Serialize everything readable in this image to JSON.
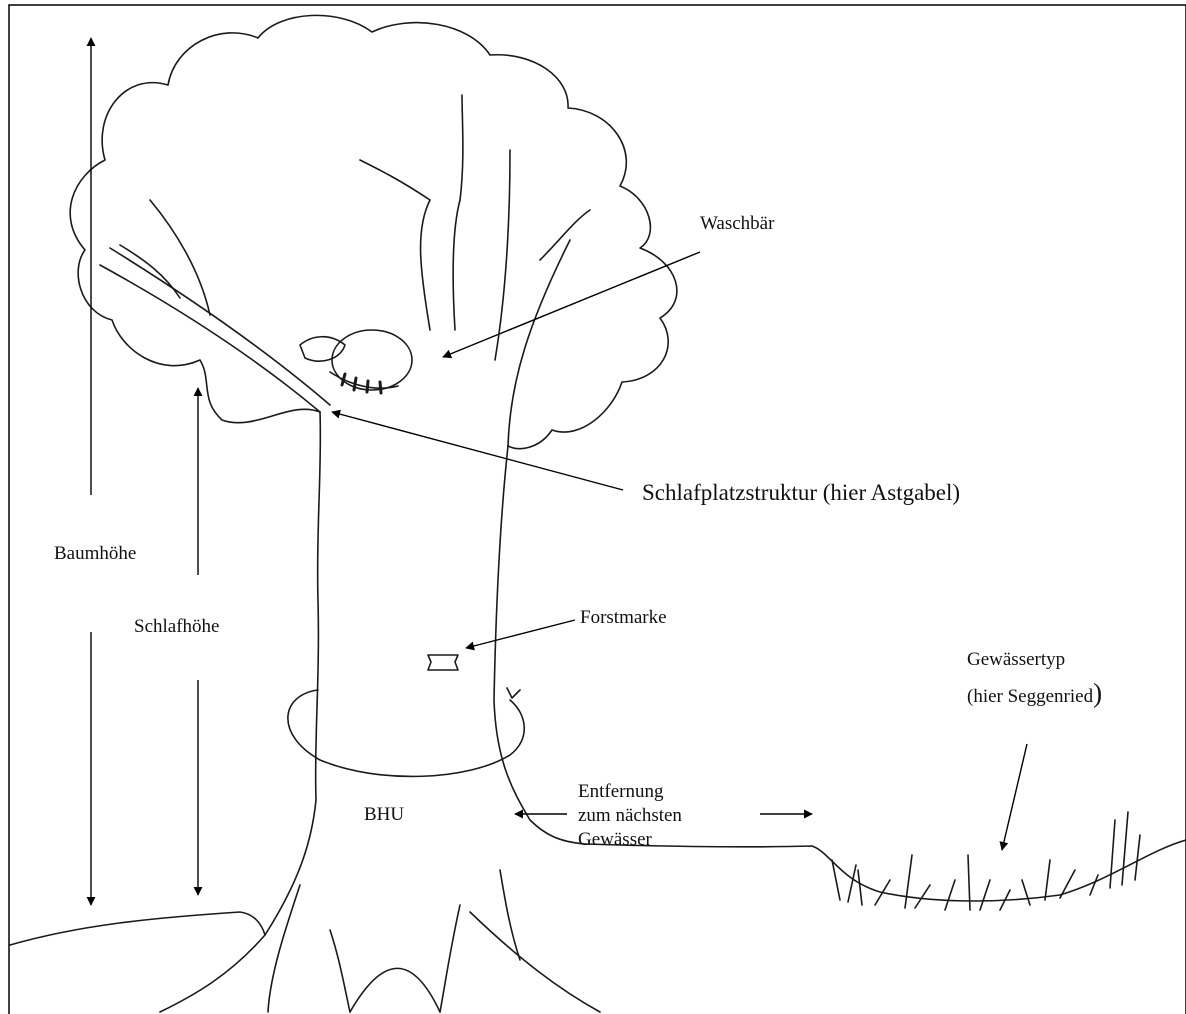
{
  "labels": {
    "waschbaer": "Waschbär",
    "schlafplatz": "Schlafplatzstruktur (hier Astgabel)",
    "baumhoehe": "Baumhöhe",
    "schlafhoehe": "Schlafhöhe",
    "forstmarke": "Forstmarke",
    "gewaessertyp_line1": "Gewässertyp",
    "gewaessertyp_line2": "(hier Seggenried",
    "gewaessertyp_paren": ")",
    "bhu": "BHU",
    "entfernung_line1": "Entfernung",
    "entfernung_line2": "zum nächsten",
    "entfernung_line3": "Gewässer"
  },
  "colors": {
    "ink": "#111111",
    "background": "#ffffff",
    "frame": "#000000"
  }
}
